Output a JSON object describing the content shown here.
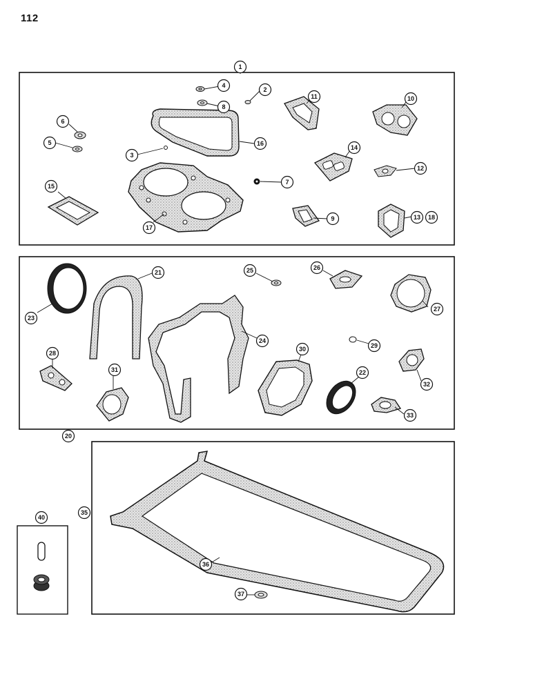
{
  "page_number": "112",
  "callouts": [
    {
      "id": "c1",
      "label": "1"
    },
    {
      "id": "c2",
      "label": "2"
    },
    {
      "id": "c3",
      "label": "3"
    },
    {
      "id": "c4",
      "label": "4"
    },
    {
      "id": "c5",
      "label": "5"
    },
    {
      "id": "c6",
      "label": "6"
    },
    {
      "id": "c7",
      "label": "7"
    },
    {
      "id": "c8",
      "label": "8"
    },
    {
      "id": "c9",
      "label": "9"
    },
    {
      "id": "c10",
      "label": "10"
    },
    {
      "id": "c11",
      "label": "11"
    },
    {
      "id": "c12",
      "label": "12"
    },
    {
      "id": "c13",
      "label": "13"
    },
    {
      "id": "c14",
      "label": "14"
    },
    {
      "id": "c15",
      "label": "15"
    },
    {
      "id": "c16",
      "label": "16"
    },
    {
      "id": "c17",
      "label": "17"
    },
    {
      "id": "c18",
      "label": "18"
    },
    {
      "id": "c20",
      "label": "20"
    },
    {
      "id": "c21",
      "label": "21"
    },
    {
      "id": "c22",
      "label": "22"
    },
    {
      "id": "c23",
      "label": "23"
    },
    {
      "id": "c24",
      "label": "24"
    },
    {
      "id": "c25",
      "label": "25"
    },
    {
      "id": "c26",
      "label": "26"
    },
    {
      "id": "c27",
      "label": "27"
    },
    {
      "id": "c28",
      "label": "28"
    },
    {
      "id": "c29",
      "label": "29"
    },
    {
      "id": "c30",
      "label": "30"
    },
    {
      "id": "c31",
      "label": "31"
    },
    {
      "id": "c32",
      "label": "32"
    },
    {
      "id": "c33",
      "label": "33"
    },
    {
      "id": "c35",
      "label": "35"
    },
    {
      "id": "c36",
      "label": "36"
    },
    {
      "id": "c37",
      "label": "37"
    },
    {
      "id": "c40",
      "label": "40"
    }
  ],
  "colors": {
    "line": "#111111",
    "paper": "#ffffff",
    "gasket_fill": "#d9d9d9"
  }
}
